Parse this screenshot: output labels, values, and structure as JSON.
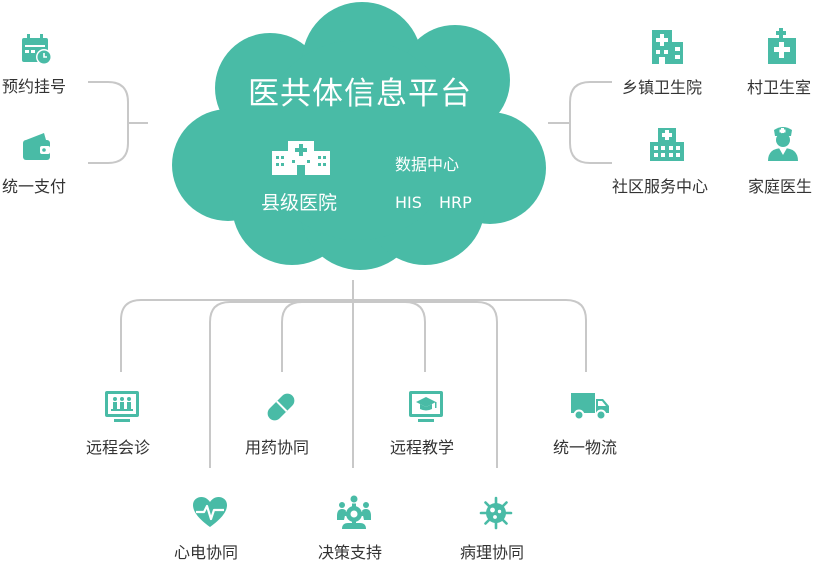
{
  "platform": {
    "title": "医共体信息平台",
    "hospital_label": "县级医院",
    "data_center_label": "数据中心",
    "systems": [
      "HIS",
      "HRP"
    ]
  },
  "left_items": [
    {
      "label": "预约挂号",
      "icon": "calendar-clock-icon"
    },
    {
      "label": "统一支付",
      "icon": "wallet-icon"
    }
  ],
  "right_items": [
    {
      "label": "乡镇卫生院",
      "icon": "hospital-icon"
    },
    {
      "label": "村卫生室",
      "icon": "clinic-cross-icon"
    },
    {
      "label": "社区服务中心",
      "icon": "building-cross-icon"
    },
    {
      "label": "家庭医生",
      "icon": "nurse-icon"
    }
  ],
  "bottom_items": [
    {
      "label": "远程会诊",
      "icon": "monitor-meeting-icon"
    },
    {
      "label": "用药协同",
      "icon": "pill-icon"
    },
    {
      "label": "远程教学",
      "icon": "monitor-graduation-icon"
    },
    {
      "label": "统一物流",
      "icon": "truck-icon"
    },
    {
      "label": "心电协同",
      "icon": "heart-ecg-icon"
    },
    {
      "label": "决策支持",
      "icon": "team-gear-icon"
    },
    {
      "label": "病理协同",
      "icon": "virus-icon"
    }
  ],
  "colors": {
    "teal": "#49BBA6",
    "line": "#C8C8C8",
    "text": "#333333"
  }
}
